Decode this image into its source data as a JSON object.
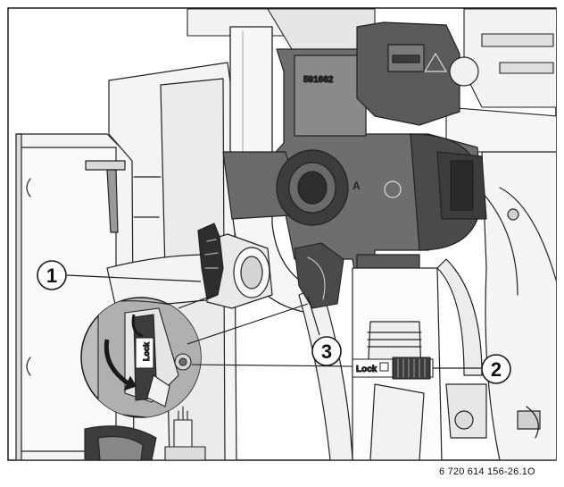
{
  "diagram": {
    "callouts": [
      {
        "id": "1",
        "label": "1"
      },
      {
        "id": "2",
        "label": "2"
      },
      {
        "id": "3",
        "label": "3"
      }
    ],
    "part_labels": {
      "valve_code": "591662",
      "lock_label_detail": "Lock",
      "lock_label_main": "Lock"
    },
    "document_number": "6 720 614 156-26.1O"
  },
  "colors": {
    "frame": "#1a1a1a",
    "light_part": "#f2f2f2",
    "mid_part": "#bdbdbd",
    "dark_part": "#6e6e6e",
    "darkest_part": "#3c3c3c"
  }
}
